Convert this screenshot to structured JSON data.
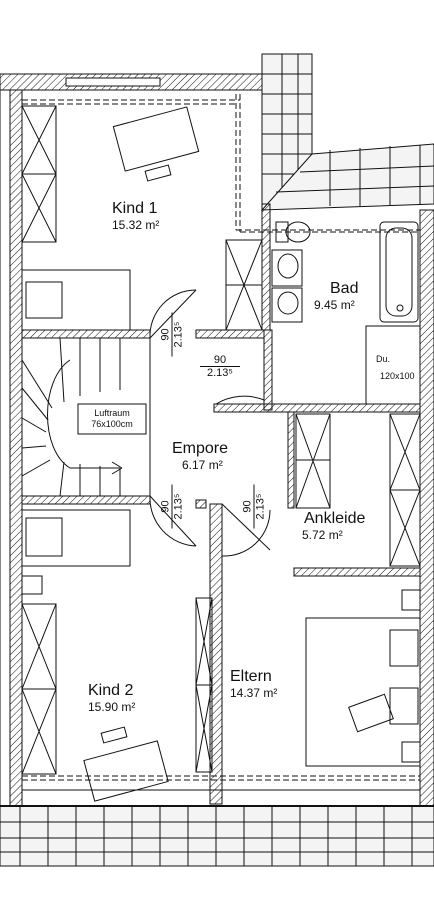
{
  "rooms": {
    "kind1": {
      "name": "Kind 1",
      "area": "15.32",
      "unit": "m²"
    },
    "bad": {
      "name": "Bad",
      "area": "9.45",
      "unit": "m²"
    },
    "empore": {
      "name": "Empore",
      "area": "6.17",
      "unit": "m²"
    },
    "ankleide": {
      "name": "Ankleide",
      "area": "5.72",
      "unit": "m²"
    },
    "kind2": {
      "name": "Kind 2",
      "area": "15.90",
      "unit": "m²"
    },
    "eltern": {
      "name": "Eltern",
      "area": "14.37",
      "unit": "m²"
    }
  },
  "doors": {
    "kind1": {
      "width": "90",
      "height": "2.13⁵"
    },
    "bad": {
      "width": "90",
      "height": "2.13⁵"
    },
    "kind2": {
      "width": "90",
      "height": "2.13⁵"
    },
    "eltern": {
      "width": "90",
      "height": "2.13⁵"
    }
  },
  "fixtures": {
    "shower_label": "Du.",
    "shower_size": "120x100",
    "stair_label": "Luftraum",
    "stair_size": "76x100cm"
  },
  "colors": {
    "line": "#111111",
    "wall_fill": "#ffffff",
    "roof_fill": "#f4f4f4"
  }
}
